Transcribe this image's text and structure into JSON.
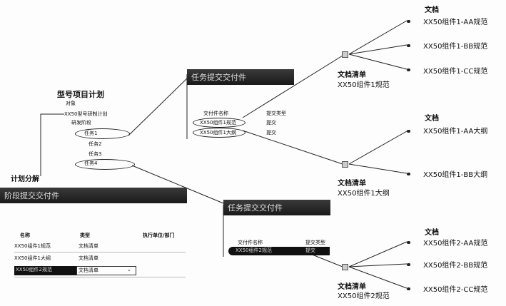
{
  "tree": {
    "title": "型号项目计划",
    "column": "对象",
    "root": "XX50型号研制计划",
    "items": [
      "研发阶段",
      "任务1",
      "任务2",
      "任务3",
      "任务4"
    ],
    "decompose_label": "计划分解"
  },
  "left_panel": {
    "title": "阶段提交交付件",
    "headers": [
      "名称",
      "类型",
      "执行单位/部门"
    ],
    "rows": [
      [
        "XX50组件1规范",
        "文档清单"
      ],
      [
        "XX50组件1大纲",
        "文档清单"
      ],
      [
        "XX50组件2规范",
        "文档清单"
      ]
    ]
  },
  "task_panel_1": {
    "title": "任务提交交付件",
    "headers": [
      "交付件名称",
      "提交类型"
    ],
    "rows": [
      [
        "XX50组件1规范",
        "提交"
      ],
      [
        "XX50组件1大纲",
        "提交"
      ]
    ]
  },
  "task_panel_2": {
    "title": "任务提交交付件",
    "headers": [
      "交付件名称",
      "提交类型"
    ],
    "rows": [
      [
        "XX50组件2规范",
        "提交"
      ]
    ]
  },
  "doc_lists": [
    {
      "label": "文档清单",
      "name": "XX50组件1规范",
      "docs_label": "文档",
      "docs": [
        "XX50组件1-AA规范",
        "XX50组件1-BB规范",
        "XX50组件1-CC规范"
      ]
    },
    {
      "label": "文档清单",
      "name": "XX50组件1大纲",
      "docs_label": "文档",
      "docs": [
        "XX50组件1-AA大纲",
        "XX50组件1-BB大纲"
      ]
    },
    {
      "label": "文档清单",
      "name": "XX50组件2规范",
      "docs_label": "文档",
      "docs": [
        "XX50组件2-AA规范",
        "XX50组件2-BB规范",
        "XX50组件2-CC规范"
      ]
    }
  ]
}
